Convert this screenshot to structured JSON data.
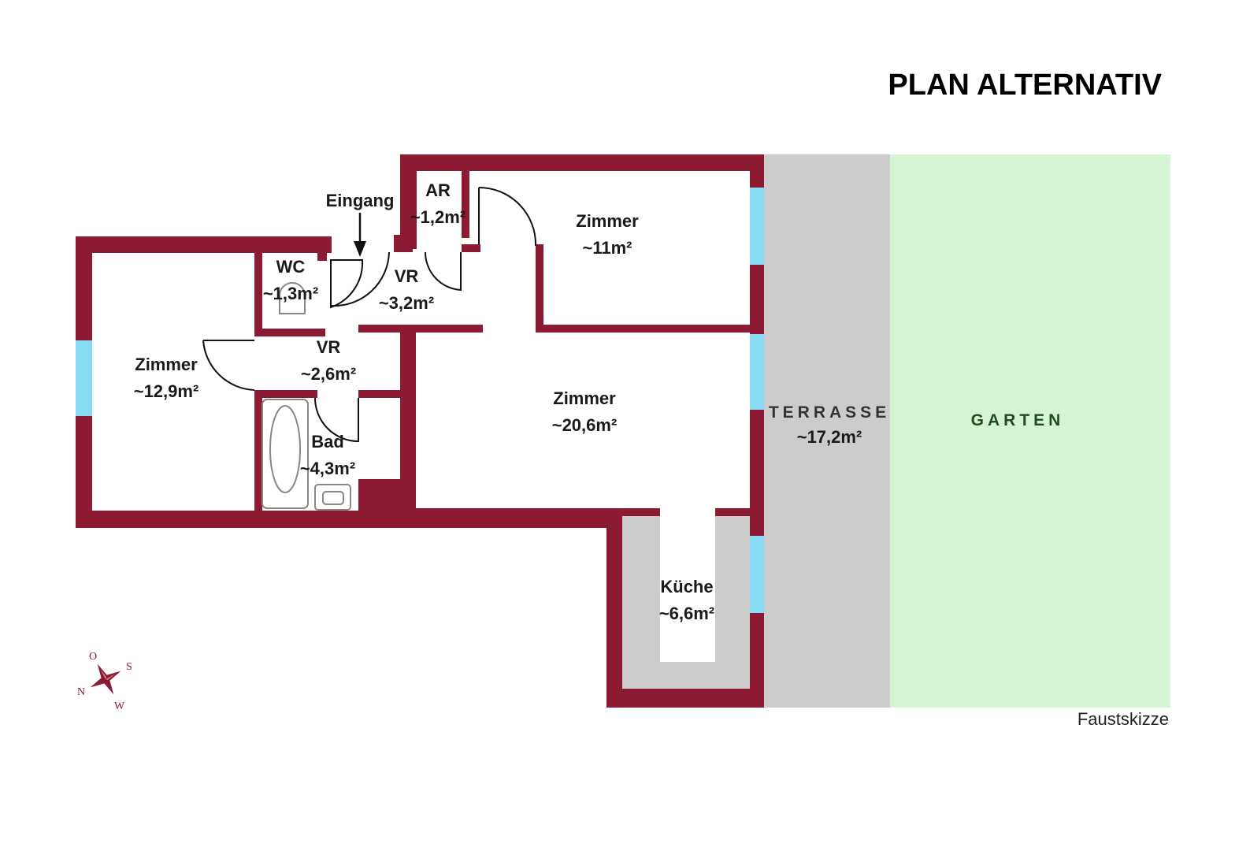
{
  "title": "PLAN ALTERNATIV",
  "note": "Faustskizze",
  "entrance_label": "Eingang",
  "colors": {
    "wall": "#8b1a32",
    "window": "#87dcf3",
    "terrace": "#cccccc",
    "garden": "#d7f3d5",
    "garden_text": "#1f4d1f",
    "terrace_text": "#333333"
  },
  "rooms": {
    "zimmer_left": {
      "name": "Zimmer",
      "area": "~12,9m²"
    },
    "wc": {
      "name": "WC",
      "area": "~1,3m²"
    },
    "ar": {
      "name": "AR",
      "area": "~1,2m²"
    },
    "vr_upper": {
      "name": "VR",
      "area": "~3,2m²"
    },
    "vr_lower": {
      "name": "VR",
      "area": "~2,6m²"
    },
    "bad": {
      "name": "Bad",
      "area": "~4,3m²"
    },
    "zimmer_top": {
      "name": "Zimmer",
      "area": "~11m²"
    },
    "zimmer_main": {
      "name": "Zimmer",
      "area": "~20,6m²"
    },
    "kueche": {
      "name": "Küche",
      "area": "~6,6m²"
    },
    "terrasse": {
      "name": "TERRASSE",
      "area": "~17,2m²"
    },
    "garten": {
      "name": "GARTEN"
    }
  },
  "compass": {
    "n": "N",
    "o": "O",
    "s": "S",
    "w": "W"
  },
  "icons": {
    "compass": "compass-rose-icon",
    "entrance_arrow": "arrow-down-icon"
  }
}
